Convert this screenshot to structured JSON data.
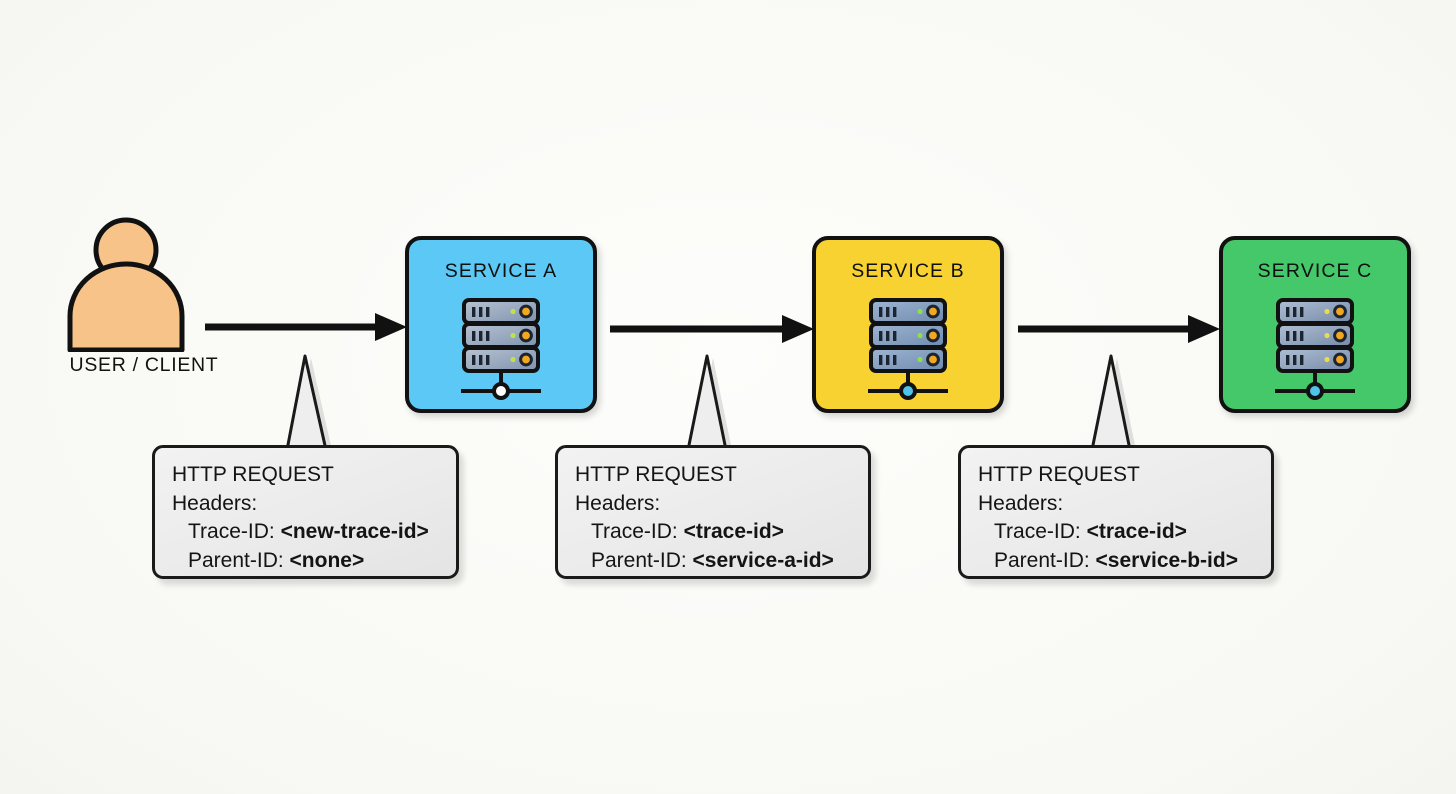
{
  "diagram": {
    "background_color": "#fbfbf8",
    "actor": {
      "label": "USER / CLIENT",
      "icon": "user-person-icon",
      "fill_color": "#F8C388",
      "stroke_color": "#111111"
    },
    "services": [
      {
        "id": "service-a",
        "title": "SERVICE A",
        "color": "#5BC8F5",
        "icon": "server-rack-icon"
      },
      {
        "id": "service-b",
        "title": "SERVICE B",
        "color": "#F8D231",
        "icon": "server-rack-icon"
      },
      {
        "id": "service-c",
        "title": "SERVICE C",
        "color": "#45C86A",
        "icon": "server-rack-icon"
      }
    ],
    "arrows": [
      {
        "id": "arrow-1",
        "from": "user-client",
        "to": "service-a",
        "direction": "right"
      },
      {
        "id": "arrow-2",
        "from": "service-a",
        "to": "service-b",
        "direction": "right"
      },
      {
        "id": "arrow-3",
        "from": "service-b",
        "to": "service-c",
        "direction": "right"
      }
    ],
    "callouts": [
      {
        "id": "callout-1",
        "attached_to": "arrow-1",
        "title": "HTTP REQUEST",
        "headers_label": "Headers:",
        "rows": [
          {
            "key": "Trace-ID:",
            "value": "<new-trace-id>"
          },
          {
            "key": "Parent-ID:",
            "value": "<none>"
          }
        ]
      },
      {
        "id": "callout-2",
        "attached_to": "arrow-2",
        "title": "HTTP REQUEST",
        "headers_label": "Headers:",
        "rows": [
          {
            "key": "Trace-ID:",
            "value": "<trace-id>"
          },
          {
            "key": "Parent-ID:",
            "value": "<service-a-id>"
          }
        ]
      },
      {
        "id": "callout-3",
        "attached_to": "arrow-3",
        "title": "HTTP REQUEST",
        "headers_label": "Headers:",
        "rows": [
          {
            "key": "Trace-ID:",
            "value": "<trace-id>"
          },
          {
            "key": "Parent-ID:",
            "value": "<service-b-id>"
          }
        ]
      }
    ]
  }
}
